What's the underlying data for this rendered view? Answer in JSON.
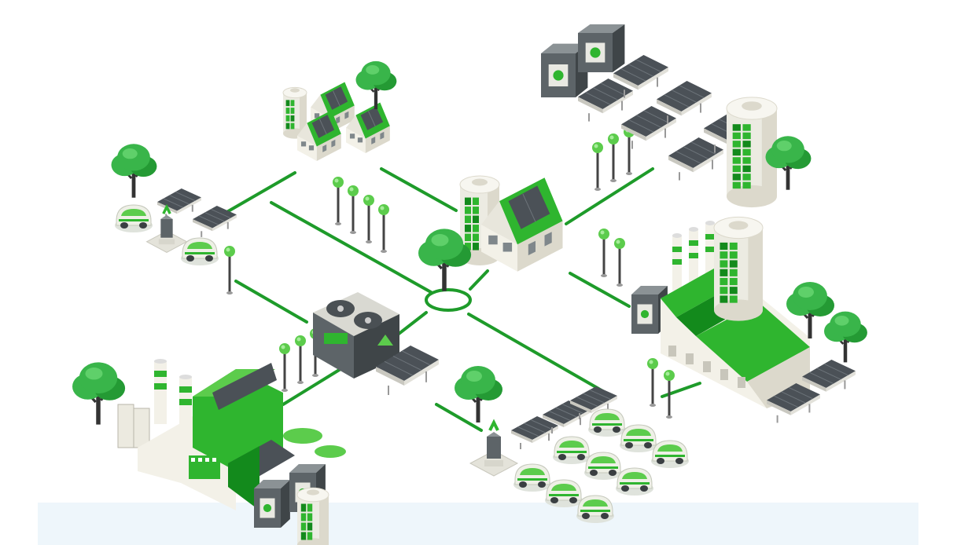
{
  "palette": {
    "green": "#2fb52f",
    "green_light": "#5ccc4c",
    "green_dark": "#138a1c",
    "line": "#1e9b2a",
    "tree": "#39b54a",
    "tree_dark": "#249a34",
    "wall": "#f3f1e8",
    "wall_shade": "#dcd9cc",
    "panel": "#4b5157",
    "panel_dark": "#2f3438",
    "grey_box": "#5d6468",
    "cylinder": "#ecebe2",
    "trunk": "#333333",
    "lamp_pole": "#444444"
  },
  "hubs": [
    {
      "id": "residential-houses",
      "icon": "solar-house-icon"
    },
    {
      "id": "solar-farm",
      "icon": "solar-panel-array-icon"
    },
    {
      "id": "ev-charging-small",
      "icon": "ev-charging-icon"
    },
    {
      "id": "central-home",
      "icon": "home-battery-icon"
    },
    {
      "id": "industrial-factory",
      "icon": "factory-icon"
    },
    {
      "id": "cooling-unit",
      "icon": "cooling-fan-unit-icon"
    },
    {
      "id": "manufacturing-plant",
      "icon": "green-factory-icon"
    },
    {
      "id": "ev-parking-lot",
      "icon": "ev-parking-icon"
    }
  ]
}
